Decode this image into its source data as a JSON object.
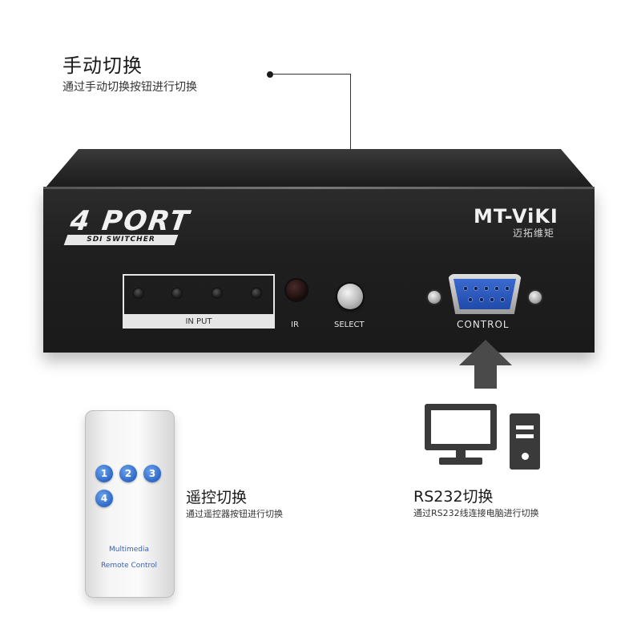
{
  "top_caption": {
    "title": "手动切换",
    "subtitle": "通过手动切换按钮进行切换"
  },
  "device": {
    "port_count_text": "4 PORT",
    "model_tag": "SDI SWITCHER",
    "brand": "MT-ViKI",
    "brand_cn": "迈拓维矩",
    "input_label": "IN PUT",
    "ir_label": "IR",
    "select_label": "SELECT",
    "control_label": "CONTROL"
  },
  "remote": {
    "keys": [
      "1",
      "2",
      "3",
      "4"
    ],
    "text_line1": "Multimedia",
    "text_line2": "Remote Control",
    "key_color": "#2c68c8"
  },
  "remote_caption": {
    "title": "遥控切换",
    "subtitle": "通过遥控器按钮进行切换"
  },
  "rs232_caption": {
    "title": "RS232切换",
    "subtitle": "通过RS232线连接电脑进行切换"
  },
  "colors": {
    "chassis": "#1f1f1f",
    "connector": "#2a5bc0",
    "icon_gray": "#3a3a3a"
  }
}
